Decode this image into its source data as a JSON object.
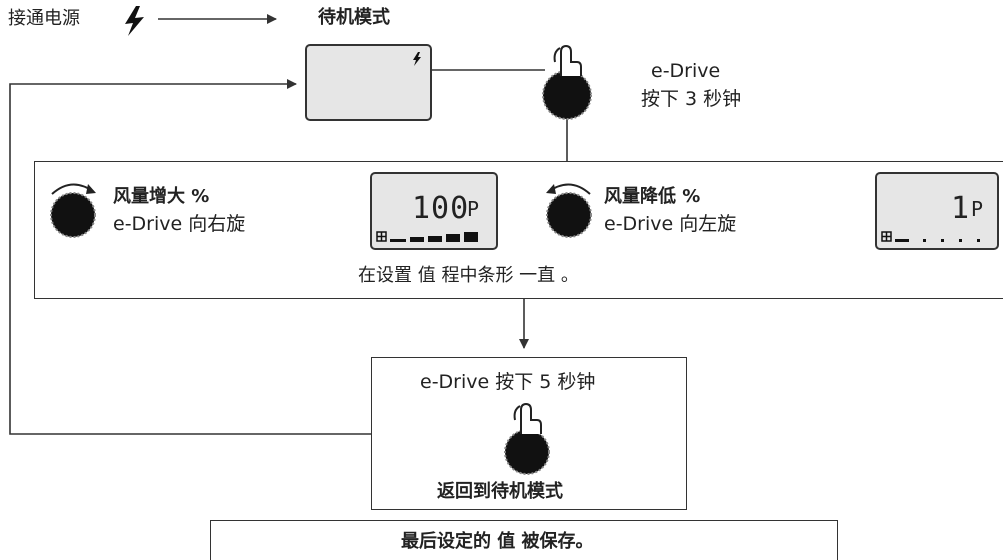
{
  "power": {
    "label": "接通电源",
    "icon": "lightning-icon"
  },
  "standby": {
    "title": "待机模式",
    "icon": "lightning-icon"
  },
  "edrive_top": {
    "line1": "e-Drive",
    "line2": "按下 3 秒钟"
  },
  "settings": {
    "increase": {
      "title": "风量增大 %",
      "subtitle": "e-Drive 向右旋",
      "display_value": "100",
      "display_unit": "P"
    },
    "decrease": {
      "title": "风量降低 %",
      "subtitle": "e-Drive 向左旋",
      "display_value": "1",
      "display_unit": "P"
    },
    "note": "在设置 值 程中条形 一直 。"
  },
  "return_box": {
    "instruction": "e-Drive 按下 5 秒钟",
    "result": "返回到待机模式"
  },
  "saved_note": "最后设定的 值 被保存。",
  "colors": {
    "line": "#333333",
    "lcd_bg": "#e6e6e6",
    "knob": "#111111"
  }
}
